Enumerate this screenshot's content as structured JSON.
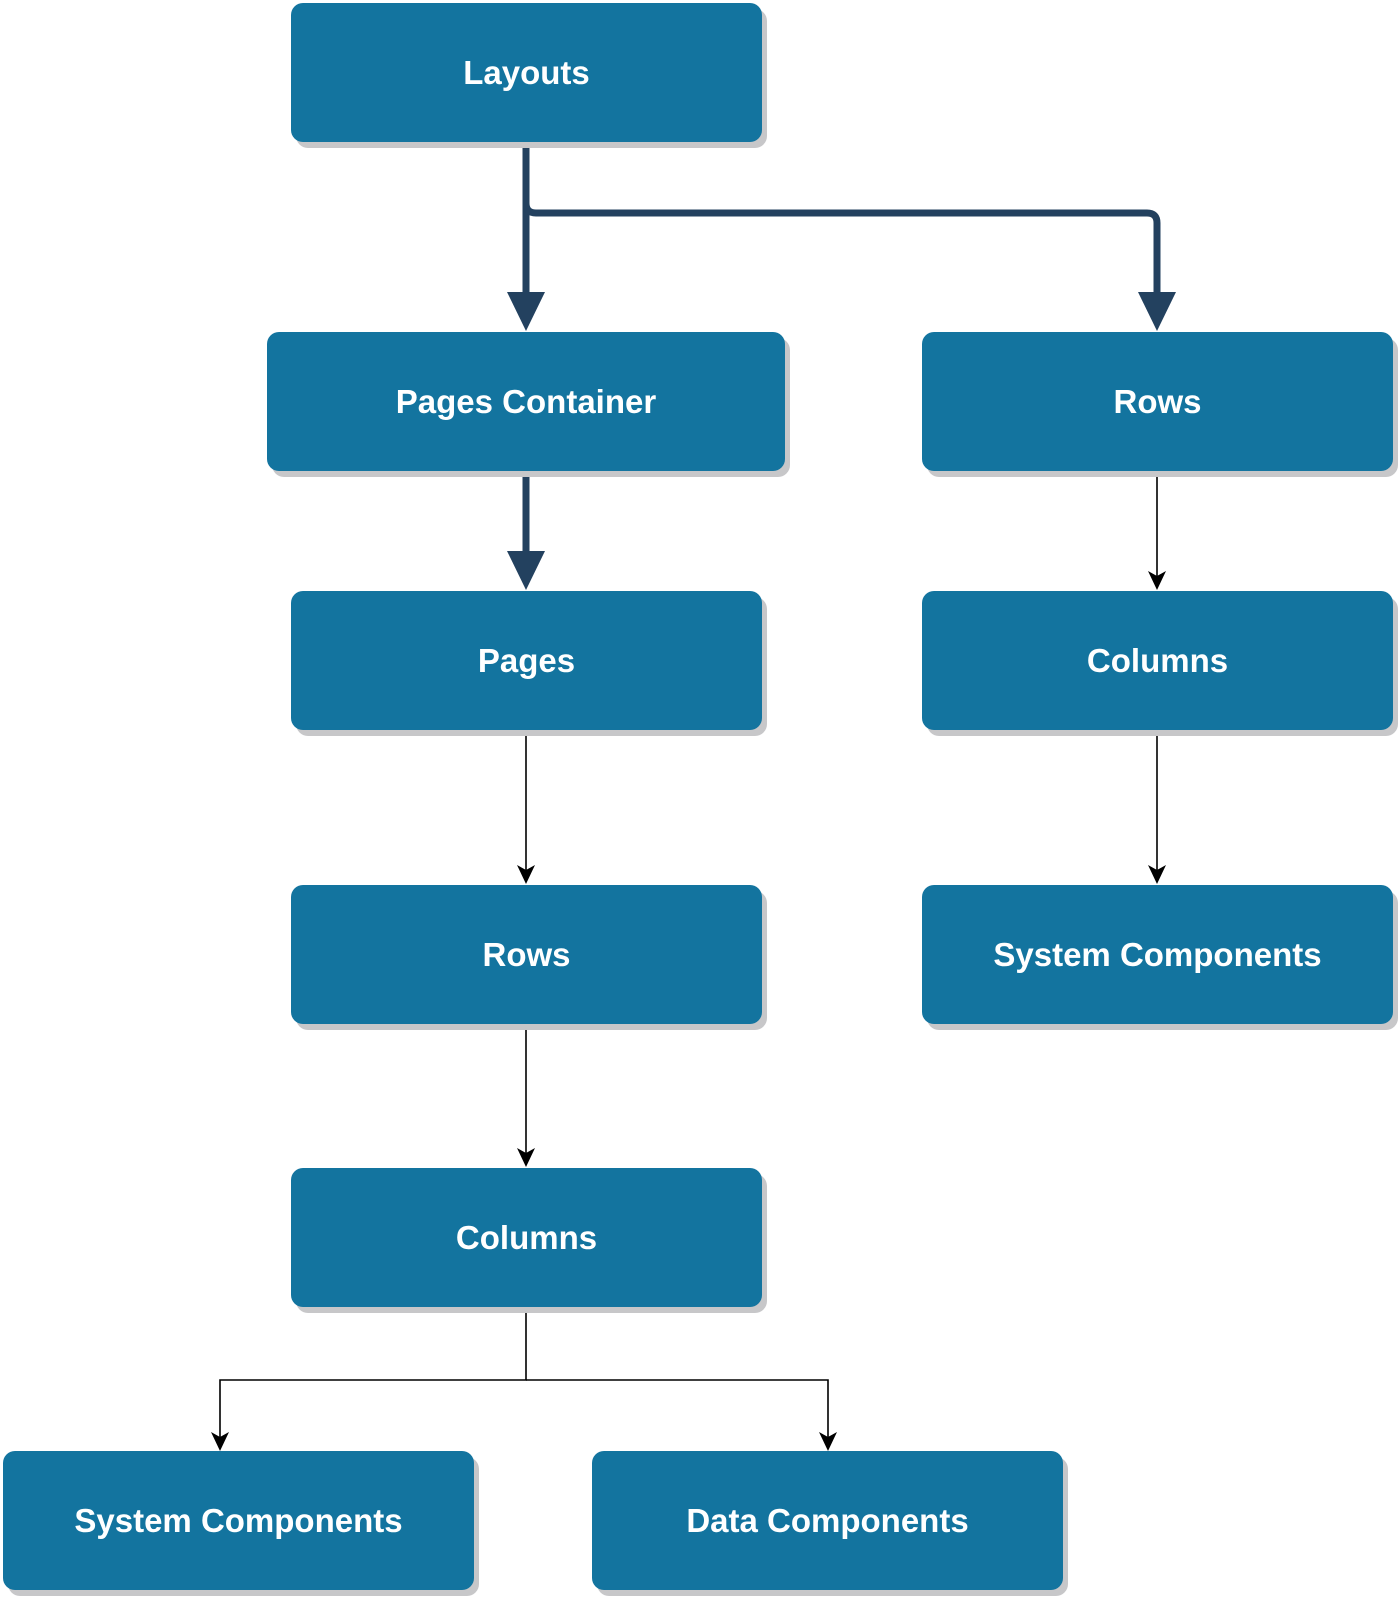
{
  "diagram": {
    "colors": {
      "node_fill": "#13749f",
      "node_text": "#ffffff",
      "node_shadow": "#c7c7c9",
      "thick_edge": "#23415f",
      "thin_edge": "#000000"
    },
    "nodes": {
      "layouts": "Layouts",
      "pages_container": "Pages Container",
      "rows_right": "Rows",
      "pages": "Pages",
      "columns_right": "Columns",
      "rows_left": "Rows",
      "syscomp_right": "System Components",
      "columns_left": "Columns",
      "syscomp_left": "System Components",
      "datacomp": "Data Components"
    },
    "edges": [
      {
        "from": "Layouts",
        "to": "Pages Container",
        "style": "thick"
      },
      {
        "from": "Layouts",
        "to": "Rows",
        "style": "thick"
      },
      {
        "from": "Pages Container",
        "to": "Pages",
        "style": "thick"
      },
      {
        "from": "Pages",
        "to": "Rows",
        "style": "thin"
      },
      {
        "from": "Rows",
        "to": "Columns",
        "style": "thin"
      },
      {
        "from": "Columns",
        "to": "System Components",
        "style": "thin"
      },
      {
        "from": "Rows (right)",
        "to": "Columns (right)",
        "style": "thin"
      },
      {
        "from": "Columns (right)",
        "to": "System Components (right)",
        "style": "thin"
      },
      {
        "from": "Columns",
        "to": "Data Components",
        "style": "thin"
      }
    ]
  }
}
